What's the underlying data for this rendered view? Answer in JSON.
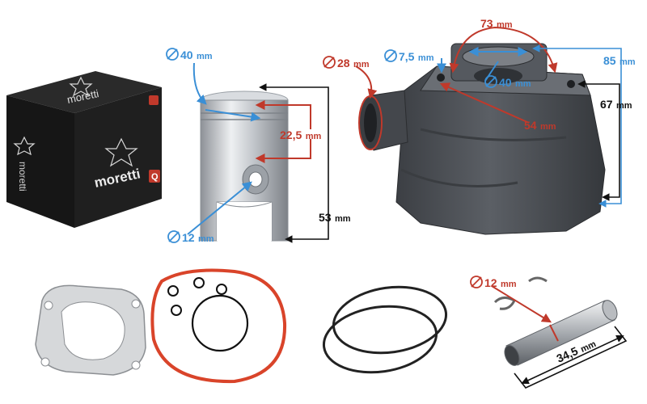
{
  "brand": {
    "name": "moretti",
    "badge": "Q"
  },
  "colors": {
    "blue": "#3a8fd6",
    "red": "#c0392b",
    "black": "#111111",
    "box": "#1c1c1c",
    "cylinder": "#4a4d52",
    "piston": "#c9cdd2",
    "gasket_red": "#d9442a"
  },
  "dimensions": {
    "piston_diameter": {
      "value": "40",
      "unit": "mm"
    },
    "piston_pin_height": {
      "value": "22,5",
      "unit": "mm"
    },
    "piston_pin_diameter": {
      "value": "12",
      "unit": "mm"
    },
    "piston_height": {
      "value": "53",
      "unit": "mm"
    },
    "intake_diameter": {
      "value": "28",
      "unit": "mm"
    },
    "stud_hole_diameter": {
      "value": "7,5",
      "unit": "mm"
    },
    "stud_spacing": {
      "value": "73",
      "unit": "mm"
    },
    "bore_diameter": {
      "value": "40",
      "unit": "mm"
    },
    "cylinder_spacing": {
      "value": "54",
      "unit": "mm"
    },
    "cylinder_total_height": {
      "value": "85",
      "unit": "mm"
    },
    "cylinder_height": {
      "value": "67",
      "unit": "mm"
    },
    "wrist_pin_diameter": {
      "value": "12",
      "unit": "mm"
    },
    "wrist_pin_length": {
      "value": "34,5",
      "unit": "mm"
    }
  },
  "parts": [
    "box-icon",
    "piston-icon",
    "cylinder-icon",
    "base-gasket-icon",
    "o-ring-set-icon",
    "piston-rings-icon",
    "wrist-pin-icon",
    "circlip-icon"
  ]
}
